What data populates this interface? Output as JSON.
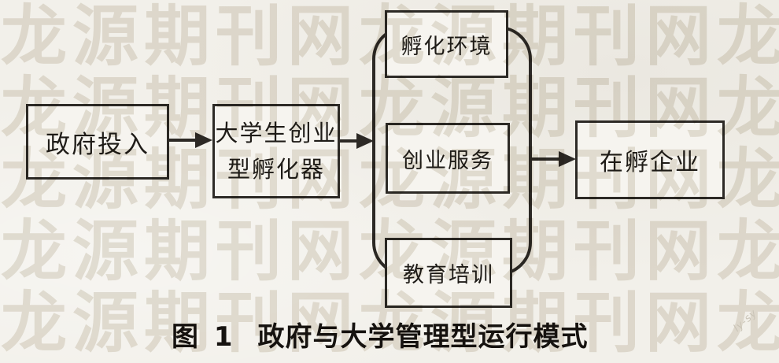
{
  "figure": {
    "caption_label": "图 1",
    "caption_title": "政府与大学管理型运行模式"
  },
  "diagram": {
    "nodes": [
      {
        "id": "government-investment",
        "label": "政府投入"
      },
      {
        "id": "university-student-incubator",
        "label": "大学生创业型孵化器",
        "line1": "大学生创业",
        "line2": "型孵化器"
      },
      {
        "id": "incubation-environment",
        "label": "孵化环境"
      },
      {
        "id": "startup-services",
        "label": "创业服务"
      },
      {
        "id": "education-training",
        "label": "教育培训"
      },
      {
        "id": "incubated-enterprises",
        "label": "在孵企业"
      }
    ],
    "edges": [
      {
        "from": "政府投入",
        "to": "大学生创业型孵化器"
      },
      {
        "from": "大学生创业型孵化器",
        "to": "孵化环境/创业服务/教育培训"
      },
      {
        "from": "孵化环境/创业服务/教育培训",
        "to": "在孵企业"
      }
    ],
    "line_color": "#2c2925",
    "box_fill": "#f6f4ef"
  },
  "watermark": {
    "text": "龙源期刊网",
    "row_text": "龙源期刊网龙源期刊网龙",
    "corner_mark": "ly-sy",
    "color": "#e9e5dd"
  },
  "page": {
    "background_color": "#f2f0ea"
  }
}
